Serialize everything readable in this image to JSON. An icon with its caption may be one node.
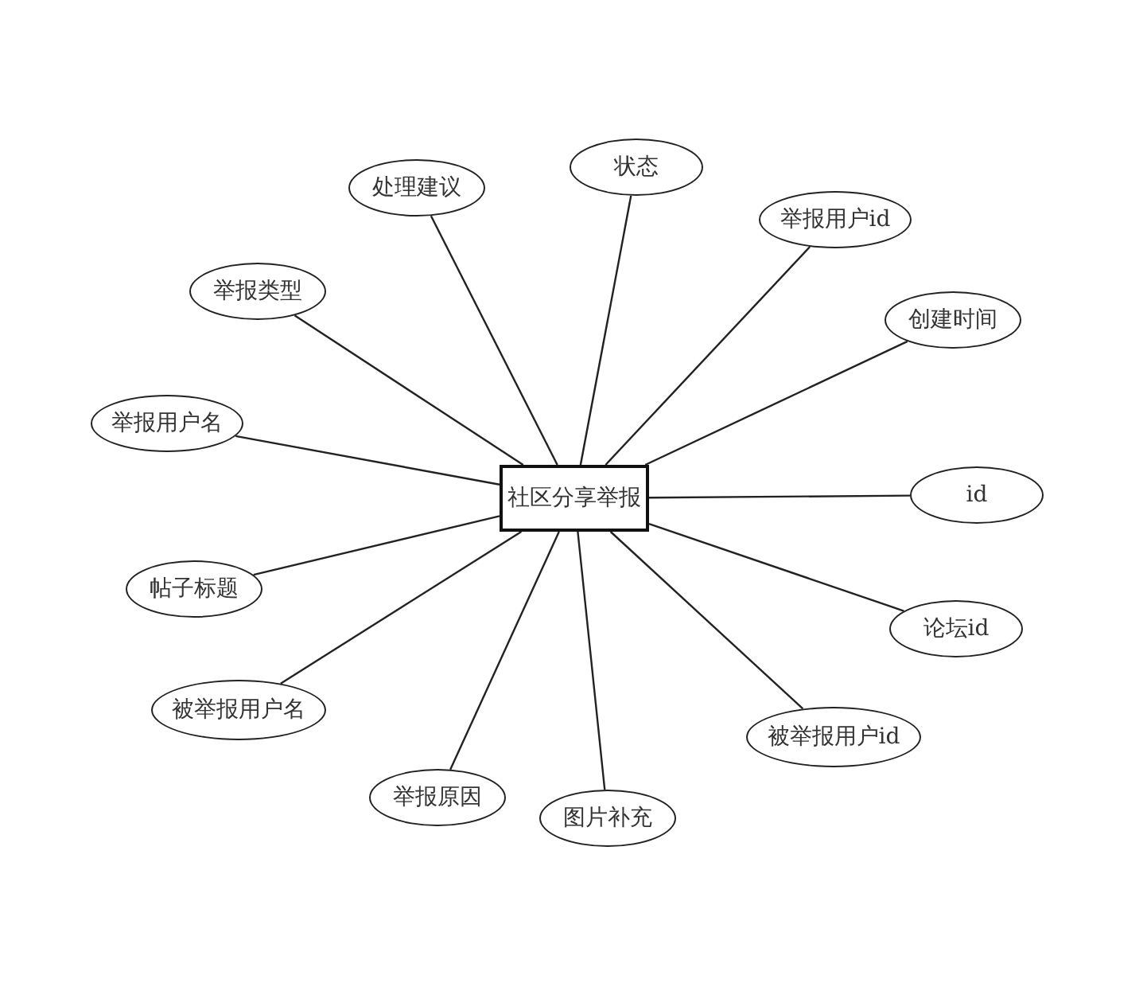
{
  "diagram": {
    "nodes": [
      {
        "text": [
          "社区分享举报"
        ]
      },
      {
        "text": [
          "状态"
        ]
      },
      {
        "text": [
          "处理建议"
        ]
      },
      {
        "text": [
          "举报用户id"
        ]
      },
      {
        "text": [
          "举报类型"
        ]
      },
      {
        "text": [
          "创建时间"
        ]
      },
      {
        "text": [
          "举报用户名"
        ]
      },
      {
        "text": [
          "id"
        ]
      },
      {
        "text": [
          "帖子标题"
        ]
      },
      {
        "text": [
          "论坛id"
        ]
      },
      {
        "text": [
          "被举报用户名"
        ]
      },
      {
        "text": [
          "被举报用户id"
        ]
      },
      {
        "text": [
          "举报原因"
        ]
      },
      {
        "text": [
          "图片补充"
        ]
      }
    ],
    "edges": [
      {
        "from": 0,
        "to": 1,
        "arrow": "none"
      },
      {
        "from": 0,
        "to": 2,
        "arrow": "none"
      },
      {
        "from": 0,
        "to": 3,
        "arrow": "none"
      },
      {
        "from": 0,
        "to": 4,
        "arrow": "none"
      },
      {
        "from": 0,
        "to": 5,
        "arrow": "none"
      },
      {
        "from": 0,
        "to": 6,
        "arrow": "none"
      },
      {
        "from": 0,
        "to": 7,
        "arrow": "none"
      },
      {
        "from": 0,
        "to": 8,
        "arrow": "none"
      },
      {
        "from": 0,
        "to": 9,
        "arrow": "none"
      },
      {
        "from": 0,
        "to": 10,
        "arrow": "none"
      },
      {
        "from": 0,
        "to": 11,
        "arrow": "none"
      },
      {
        "from": 0,
        "to": 12,
        "arrow": "none"
      },
      {
        "from": 0,
        "to": 13,
        "arrow": "none"
      }
    ]
  }
}
